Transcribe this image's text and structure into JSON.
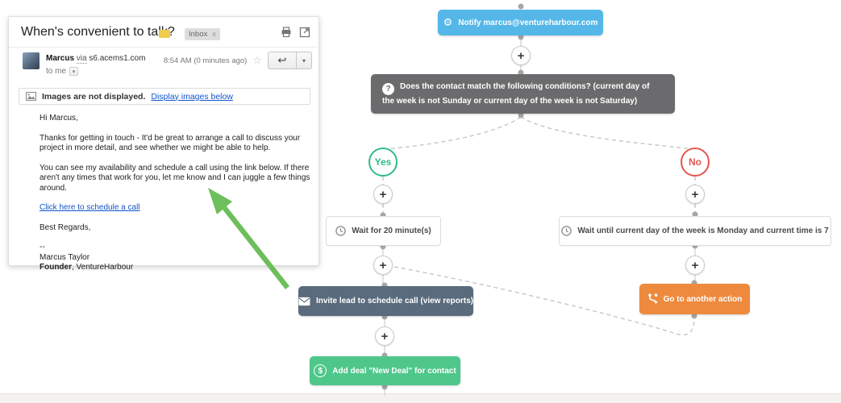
{
  "email": {
    "subject": "When's convenient to talk?",
    "labels": {
      "inbox": "Inbox",
      "remove": "x"
    },
    "from": {
      "name": "Marcus",
      "via": "via",
      "domain": "s6.acems1.com",
      "to": "to me"
    },
    "meta": {
      "timestamp": "8:54 AM (0 minutes ago)"
    },
    "images_bar": {
      "notice": "Images are not displayed.",
      "link": "Display images below"
    },
    "body": {
      "greeting": "Hi Marcus,",
      "para1": "Thanks for getting in touch - It'd be great to arrange a call to discuss your project in more detail, and see whether we might be able to help.",
      "para2": "You can see my availability and schedule a call using the link below. If there aren't any times that work for you, let me know and I can juggle a few things around.",
      "link": "Click here to schedule a call",
      "closing": "Best Regards,",
      "sig_sep": "--",
      "sig_name": "Marcus Taylor",
      "sig_role": "Founder",
      "sig_company": ", VentureHarbour"
    }
  },
  "workflow": {
    "nodes": {
      "notify": {
        "label": "Notify marcus@ventureharbour.com",
        "color": "#55b7e8"
      },
      "condition": {
        "label": "Does the contact match the following conditions? (current day of the week is not Sunday or current day of the week is not Saturday)",
        "color": "#6b6b6d"
      },
      "wait_left": {
        "label": "Wait for 20 minute(s)",
        "color": "#ffffff"
      },
      "wait_right": {
        "label": "Wait until current day of the week is Monday and current time is 7",
        "color": "#ffffff"
      },
      "invite": {
        "label": "Invite lead to schedule call (view reports)",
        "color": "#5a6b7d"
      },
      "goto": {
        "label": "Go to another action",
        "color": "#ee8a3e"
      },
      "deal": {
        "label": "Add deal \"New Deal\" for contact",
        "color": "#4fc78b"
      }
    },
    "branch": {
      "yes": "Yes",
      "no": "No",
      "yes_color": "#2ebd85",
      "no_color": "#e2574e"
    },
    "arrow_color": "#6cbf5a"
  },
  "glyphs": {
    "plus": "+",
    "question": "?",
    "dollar": "$",
    "star": "☆",
    "reply": "↩",
    "dropdown": "▾"
  }
}
